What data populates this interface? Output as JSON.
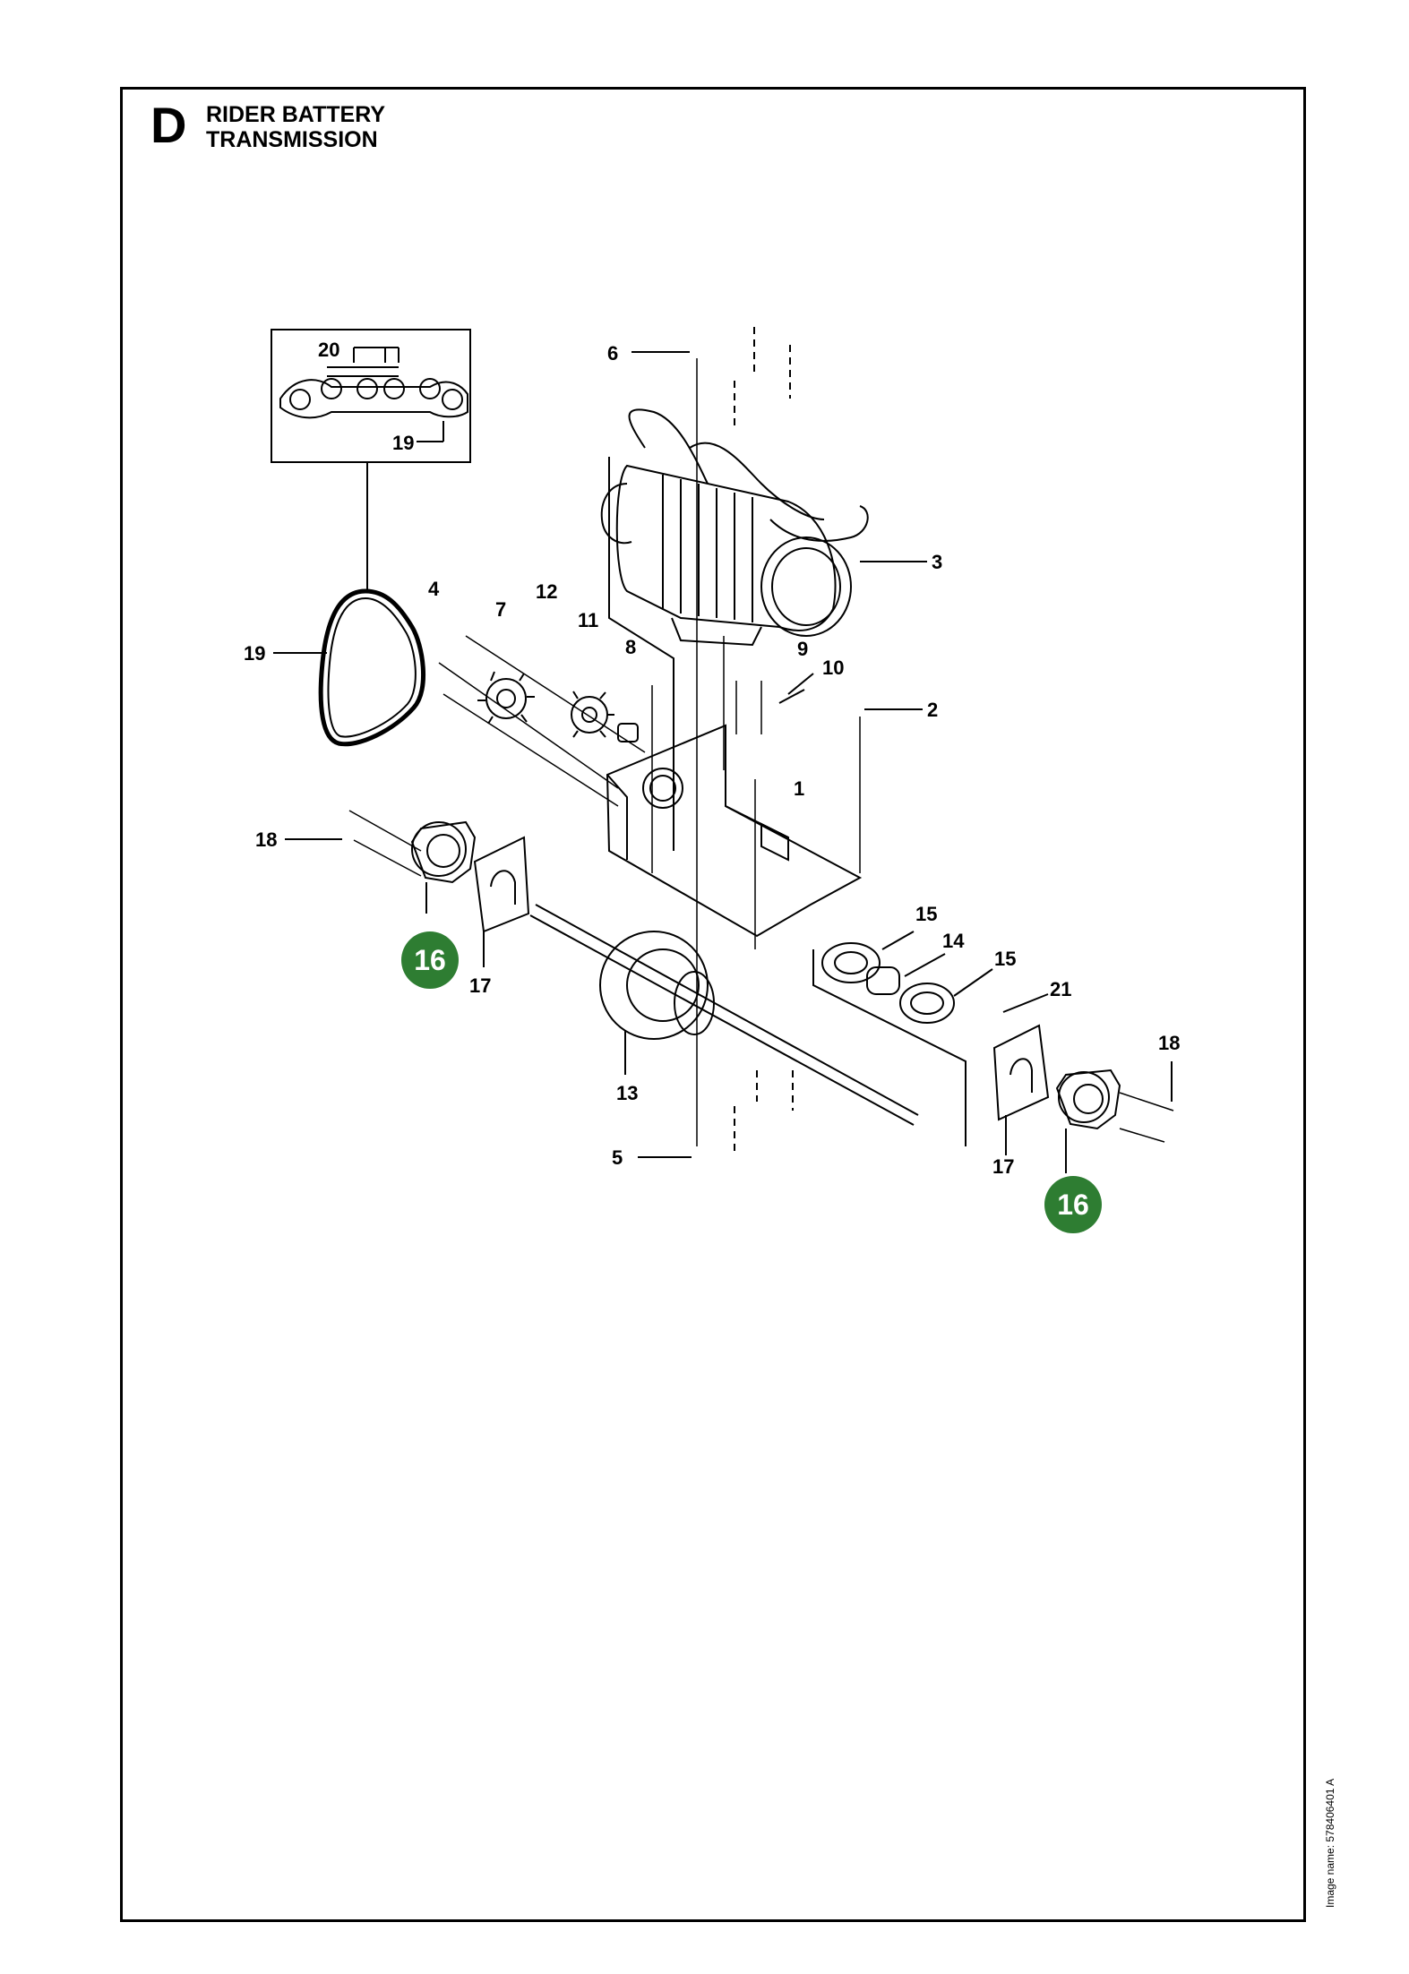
{
  "header": {
    "section_letter": "D",
    "title_line_1": "RIDER BATTERY",
    "title_line_2": "TRANSMISSION"
  },
  "image_name": "Image name: 578406401 A",
  "highlight_color": "#2e7d32",
  "callouts": [
    "1",
    "2",
    "3",
    "4",
    "5",
    "6",
    "7",
    "8",
    "9",
    "10",
    "11",
    "12",
    "13",
    "14",
    "15",
    "15",
    "16",
    "16",
    "17",
    "17",
    "18",
    "18",
    "19",
    "19",
    "20",
    "21"
  ]
}
